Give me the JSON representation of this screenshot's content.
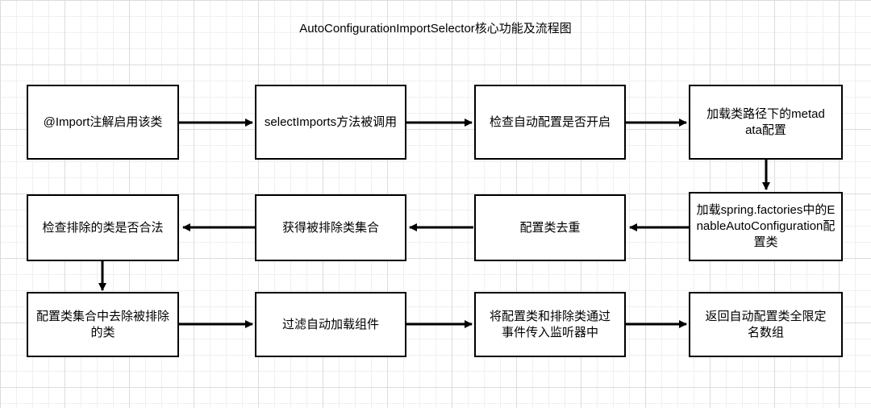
{
  "diagram": {
    "title": "AutoConfigurationImportSelector核心功能及流程图",
    "nodes": [
      {
        "id": "n1",
        "label": "@Import注解启用该类"
      },
      {
        "id": "n2",
        "label": "selectImports方法被调用"
      },
      {
        "id": "n3",
        "label": "检查自动配置是否开启"
      },
      {
        "id": "n4",
        "label": "加载类路径下的metadata配置"
      },
      {
        "id": "n5",
        "label": "加载spring.factories中的EnableAutoConfiguration配置类"
      },
      {
        "id": "n6",
        "label": "配置类去重"
      },
      {
        "id": "n7",
        "label": "获得被排除类集合"
      },
      {
        "id": "n8",
        "label": "检查排除的类是否合法"
      },
      {
        "id": "n9",
        "label": "配置类集合中去除被排除的类"
      },
      {
        "id": "n10",
        "label": "过滤自动加载组件"
      },
      {
        "id": "n11",
        "label": "将配置类和排除类通过事件传入监听器中"
      },
      {
        "id": "n12",
        "label": "返回自动配置类全限定名数组"
      }
    ],
    "edges": [
      {
        "from": "n1",
        "to": "n2"
      },
      {
        "from": "n2",
        "to": "n3"
      },
      {
        "from": "n3",
        "to": "n4"
      },
      {
        "from": "n4",
        "to": "n5"
      },
      {
        "from": "n5",
        "to": "n6"
      },
      {
        "from": "n6",
        "to": "n7"
      },
      {
        "from": "n7",
        "to": "n8"
      },
      {
        "from": "n8",
        "to": "n9"
      },
      {
        "from": "n9",
        "to": "n10"
      },
      {
        "from": "n10",
        "to": "n11"
      },
      {
        "from": "n11",
        "to": "n12"
      }
    ]
  }
}
